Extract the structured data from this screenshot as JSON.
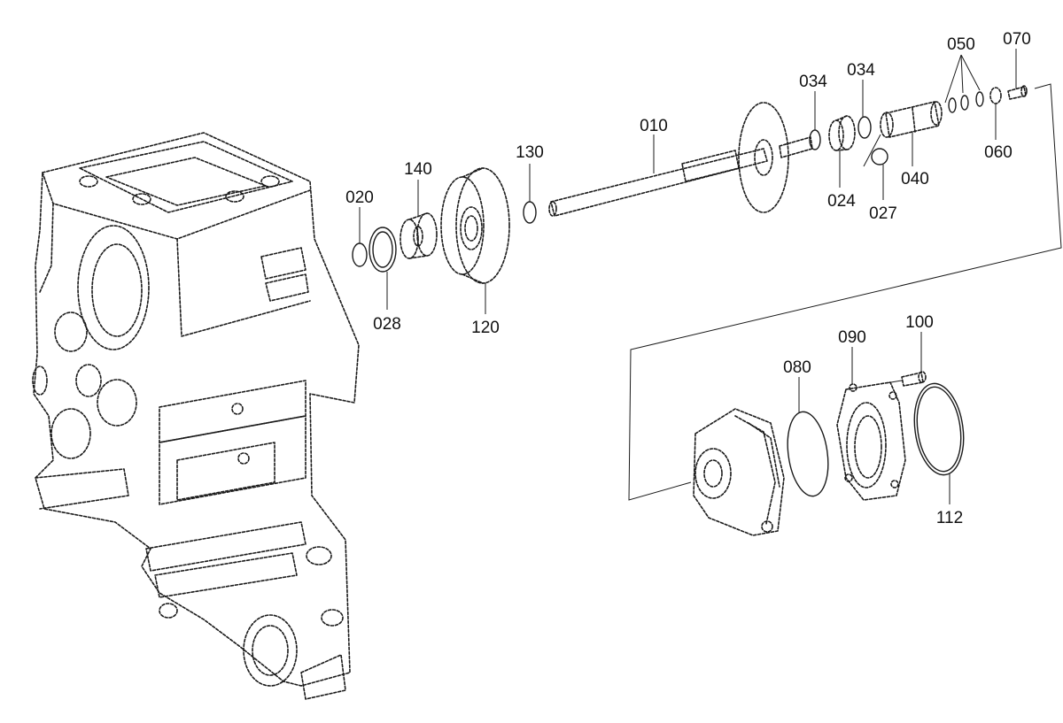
{
  "callouts": {
    "p010": "010",
    "p020": "020",
    "p024": "024",
    "p027": "027",
    "p028": "028",
    "p034a": "034",
    "p034b": "034",
    "p040": "040",
    "p050": "050",
    "p060": "060",
    "p070": "070",
    "p080": "080",
    "p090": "090",
    "p100": "100",
    "p112": "112",
    "p120": "120",
    "p130": "130",
    "p140": "140"
  },
  "colors": {
    "line": "#1a1a1a",
    "text": "#111111",
    "background": "#ffffff"
  }
}
